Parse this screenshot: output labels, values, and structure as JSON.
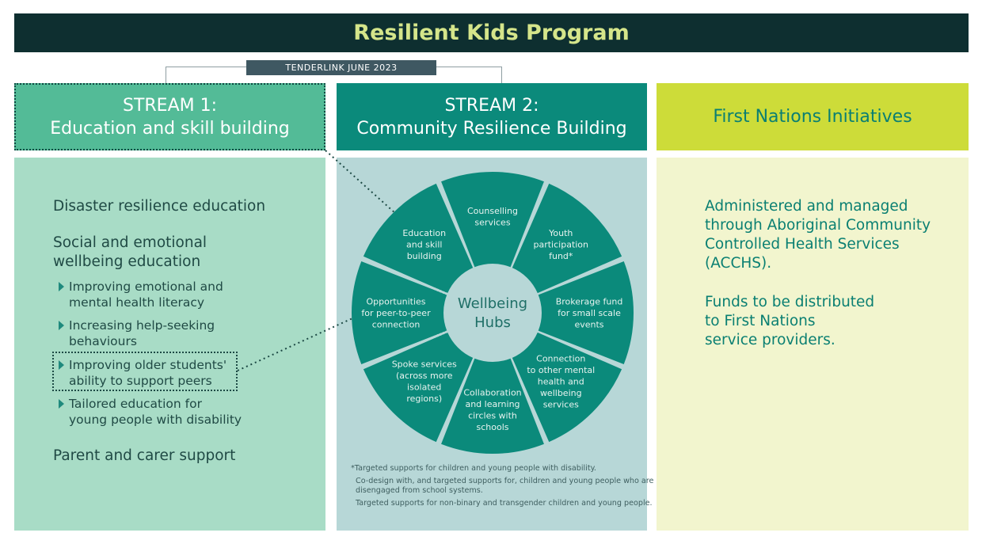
{
  "title": "Resilient Kids Program",
  "tag": "TENDERLINK JUNE 2023",
  "stream1": {
    "heading_line1": "STREAM 1:",
    "heading_line2": "Education and skill building",
    "items": [
      {
        "line1": "Disaster resilience education",
        "line2": ""
      },
      {
        "line1": "Social and emotional",
        "line2": "wellbeing education"
      }
    ],
    "subitems": [
      {
        "line1": "Improving emotional and",
        "line2": "mental health literacy"
      },
      {
        "line1": "Increasing help-seeking",
        "line2": "behaviours"
      },
      {
        "line1": "Improving older students'",
        "line2": "ability to support peers"
      },
      {
        "line1": "Tailored education for",
        "line2": "young people with disability"
      }
    ],
    "last_item": "Parent and carer support"
  },
  "stream2": {
    "heading_line1": "STREAM 2:",
    "heading_line2": "Community Resilience Building",
    "hub_line1": "Wellbeing",
    "hub_line2": "Hubs",
    "segments": [
      {
        "lines": [
          "Counselling",
          "services"
        ]
      },
      {
        "lines": [
          "Youth",
          "participation",
          "fund*"
        ]
      },
      {
        "lines": [
          "Brokerage fund",
          "for small scale",
          "events"
        ]
      },
      {
        "lines": [
          "Connection",
          "to other mental",
          "health and",
          "wellbeing",
          "services"
        ]
      },
      {
        "lines": [
          "Collaboration",
          "and learning",
          "circles with",
          "schools"
        ]
      },
      {
        "lines": [
          "Spoke services",
          "(across more",
          "isolated",
          "regions)"
        ]
      },
      {
        "lines": [
          "Opportunities",
          "for peer-to-peer",
          "connection"
        ]
      },
      {
        "lines": [
          "Education",
          "and skill",
          "building"
        ]
      }
    ],
    "notes": [
      {
        "line1": "*Targeted supports for children and young people with disability.",
        "line2": ""
      },
      {
        "line1": "Co-design with, and targeted supports for, children and young people who are",
        "line2": "disengaged from school systems."
      },
      {
        "line1": "Targeted supports for non-binary and transgender children and young people.",
        "line2": ""
      }
    ]
  },
  "first_nations": {
    "heading": "First Nations Initiatives",
    "para1": [
      "Administered and managed",
      "through Aboriginal Community",
      "Controlled Health Services",
      "(ACCHS)."
    ],
    "para2": [
      "Funds to be distributed",
      "to First Nations",
      "service providers."
    ]
  },
  "colors": {
    "dark_bar": "#0e2f30",
    "title_text": "#d5e58a",
    "stream1": "#53bb97",
    "stream2": "#0b8a7b",
    "first_nations": "#cddc39",
    "wheel": "#0b8a7b"
  }
}
